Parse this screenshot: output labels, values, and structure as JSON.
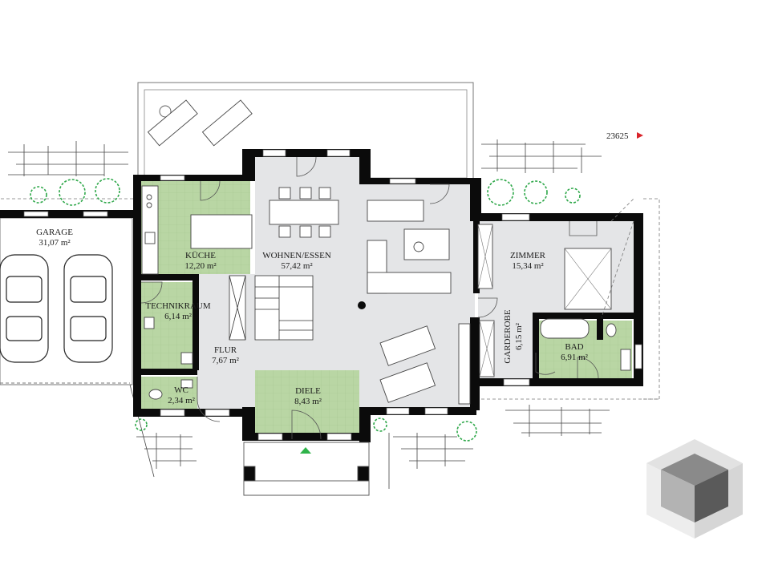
{
  "plan": {
    "reference_id": "23625",
    "accent_green": "#2fb34a",
    "marker_red": "#d9232a",
    "rooms": [
      {
        "key": "garage",
        "name": "GARAGE",
        "area": "31,07 m²"
      },
      {
        "key": "kueche",
        "name": "KÜCHE",
        "area": "12,20 m²"
      },
      {
        "key": "wohnen",
        "name": "WOHNEN/ESSEN",
        "area": "57,42 m²"
      },
      {
        "key": "zimmer",
        "name": "ZIMMER",
        "area": "15,34 m²"
      },
      {
        "key": "technik",
        "name": "TECHNIKRAUM",
        "area": "6,14 m²"
      },
      {
        "key": "flur",
        "name": "FLUR",
        "area": "7,67 m²"
      },
      {
        "key": "wc",
        "name": "WC",
        "area": "2,34 m²"
      },
      {
        "key": "diele",
        "name": "DIELE",
        "area": "8,43 m²"
      },
      {
        "key": "garderobe",
        "name": "GARDEROBE",
        "area": "6,15 m²"
      },
      {
        "key": "bad",
        "name": "BAD",
        "area": "6,91 m²"
      }
    ],
    "icons": {
      "entrance": "entrance-arrow-icon",
      "logo": "cube-logo-icon",
      "car": "car-icon",
      "tree": "tree-icon"
    }
  }
}
